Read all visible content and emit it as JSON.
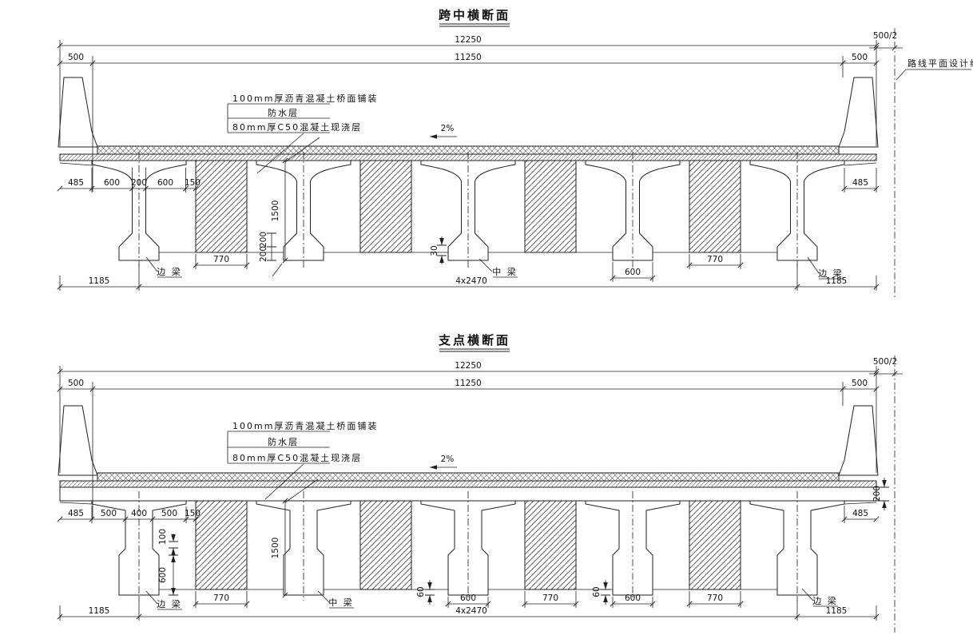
{
  "drawing": {
    "background": "#ffffff",
    "line_color": "#1f1f1f"
  },
  "sections": {
    "midspan": {
      "title": "跨中横断面",
      "dim_total": "12250",
      "dim_inner": "11250",
      "dim_edge_left": "500",
      "dim_edge_right": "500",
      "dim_half": "500/2",
      "design_line_label": "路线平面设计线",
      "callout": {
        "line1": "100mm厚沥青混凝土桥面铺装",
        "line2": "防水层",
        "line3": "80mm厚C50混凝土现浇层"
      },
      "slope": "2%",
      "dim_485_left": "485",
      "dim_600_a": "600",
      "dim_200_web": "200",
      "dim_600_b": "600",
      "dim_150": "150",
      "dim_485_right": "485",
      "dim_770_left": "770",
      "dim_770_right": "770",
      "dim_600_bulb": "600",
      "dim_30": "30",
      "dim_1500": "1500",
      "dim_200_a": "200",
      "dim_200_b": "200",
      "dim_1185_left": "1185",
      "dim_spacing": "4x2470",
      "dim_1185_right": "1185",
      "label_edge_left": "边 梁",
      "label_mid": "中 梁",
      "label_edge_right": "边 梁"
    },
    "support": {
      "title": "支点横断面",
      "dim_total": "12250",
      "dim_inner": "11250",
      "dim_edge_left": "500",
      "dim_edge_right": "500",
      "dim_half": "500/2",
      "callout": {
        "line1": "100mm厚沥青混凝土桥面铺装",
        "line2": "防水层",
        "line3": "80mm厚C50混凝土现浇层"
      },
      "slope": "2%",
      "dim_485_left": "485",
      "dim_500_a": "500",
      "dim_400_web": "400",
      "dim_500_b": "500",
      "dim_150": "150",
      "dim_485_right": "485",
      "dim_200_slab": "200",
      "dim_100_taper": "100",
      "dim_600_side": "600",
      "dim_1500": "1500",
      "dim_60_a": "60",
      "dim_60_b": "60",
      "dim_770_1": "770",
      "dim_600_g3": "600",
      "dim_770_3": "770",
      "dim_600_g4": "600",
      "dim_770_4": "770",
      "dim_1185_left": "1185",
      "dim_spacing": "4x2470",
      "dim_1185_right": "1185",
      "label_edge_left": "边 梁",
      "label_mid": "中 梁",
      "label_edge_right": "边 梁"
    }
  }
}
